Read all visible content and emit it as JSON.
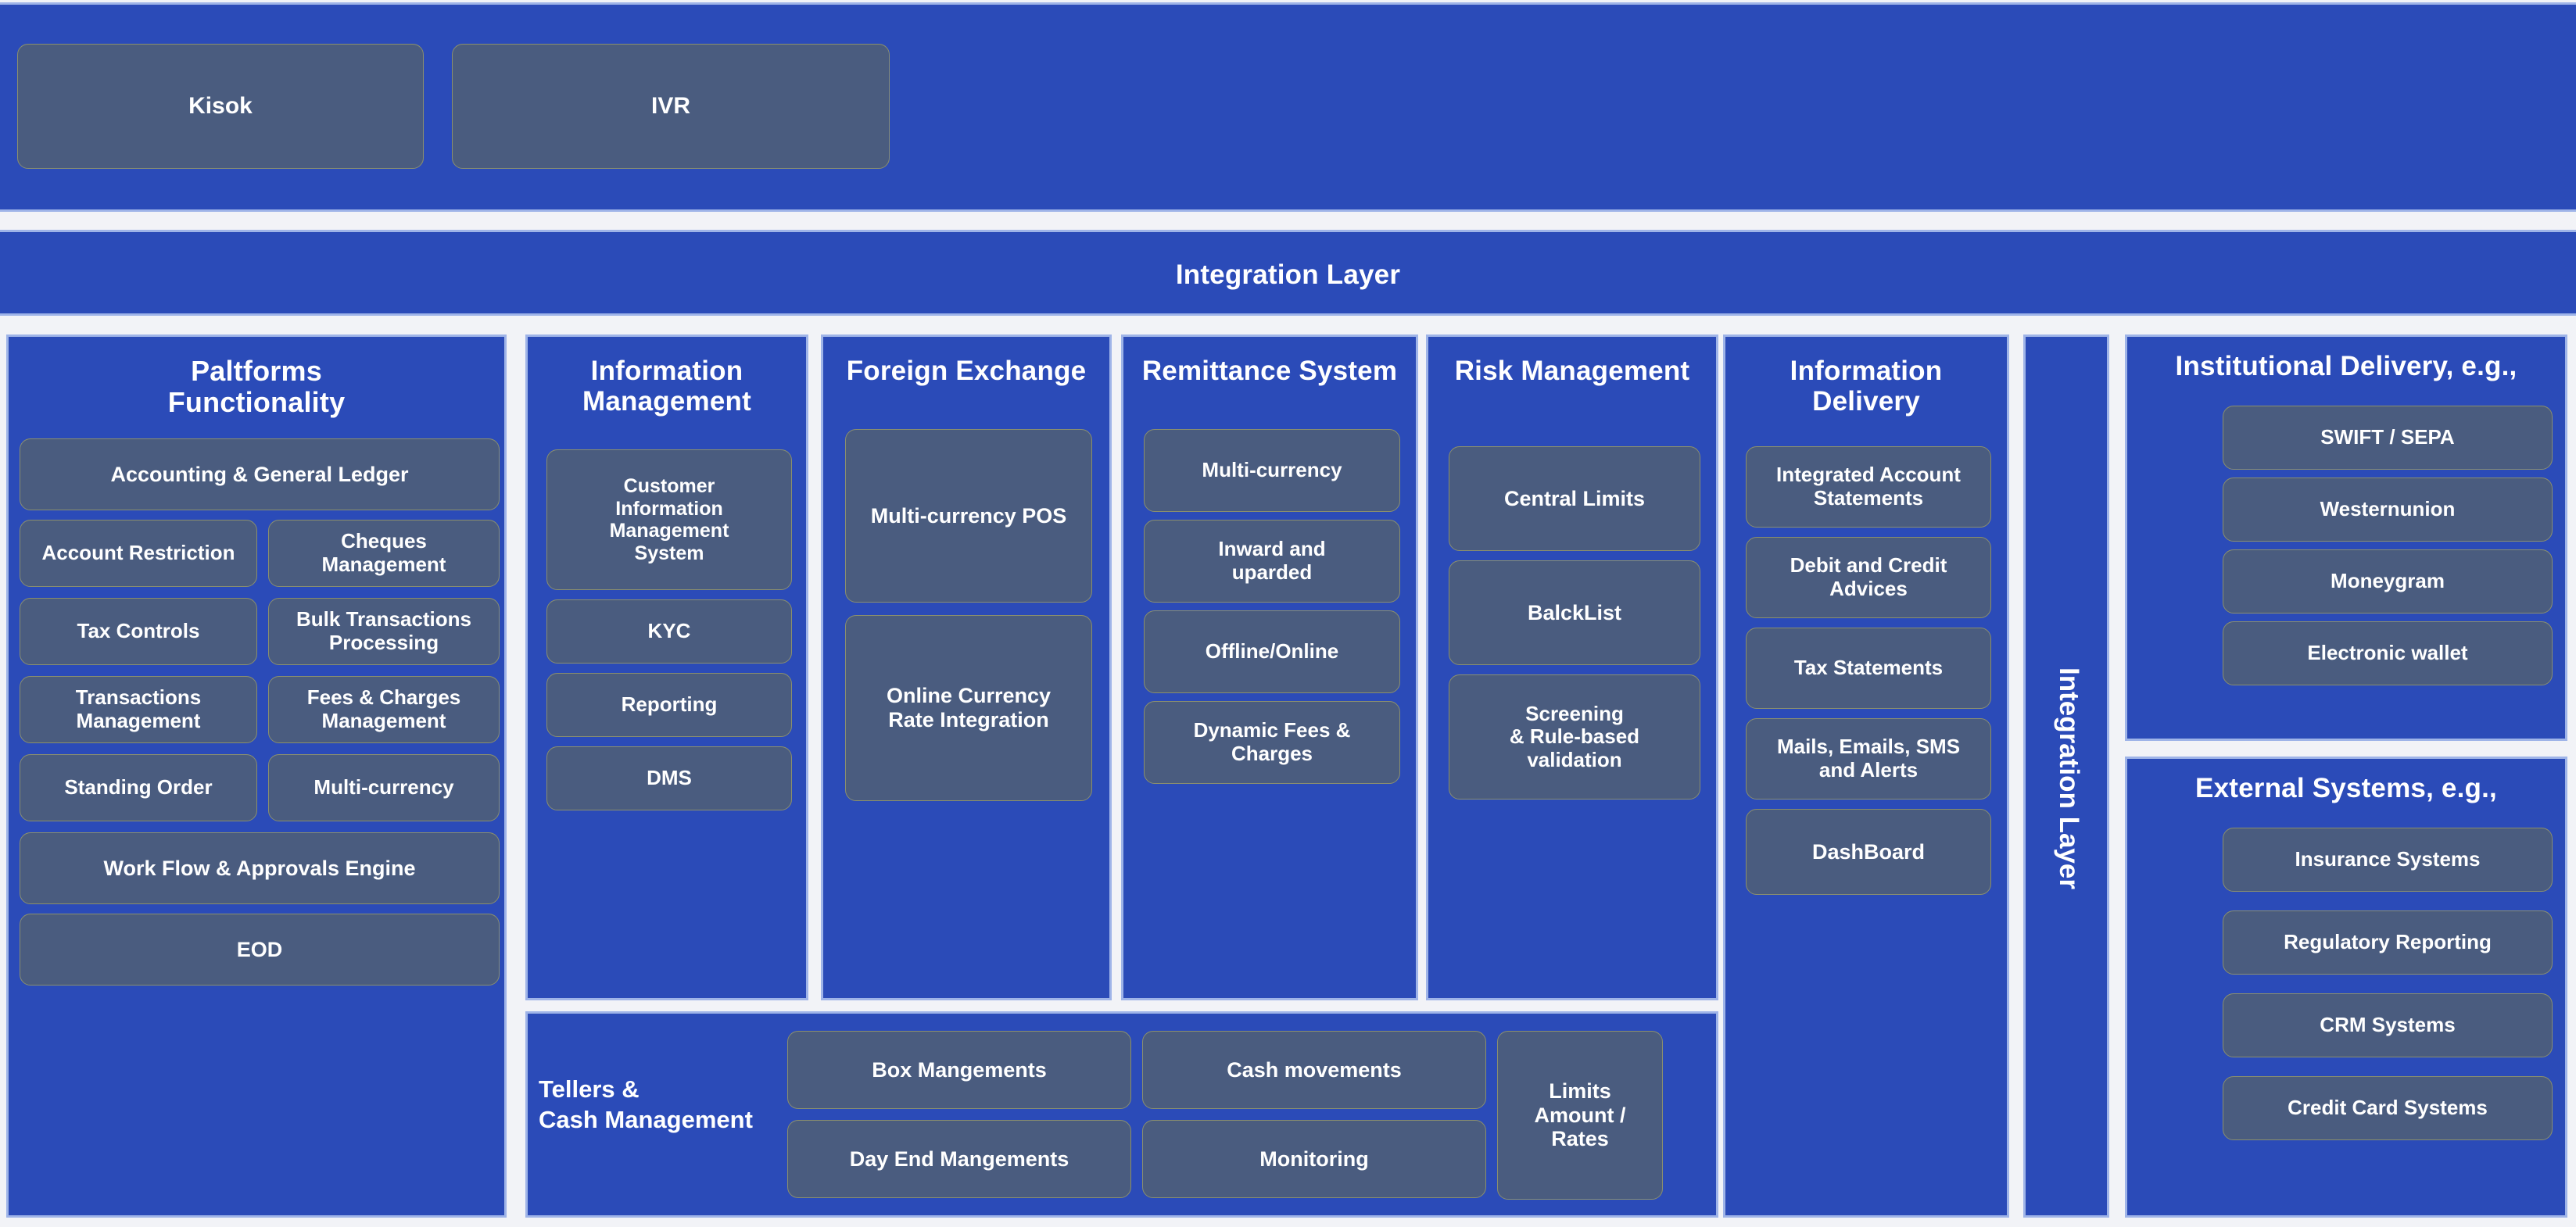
{
  "colors": {
    "panel_blue": "#2B4BB8",
    "panel_border": "#9FB4E8",
    "card_slate": "#4A5C7F",
    "card_border": "#8A8F6E",
    "text": "#FFFFFF",
    "page_bg": "#F2F3F7"
  },
  "channels_band": {
    "cards": [
      {
        "label": "Kisok"
      },
      {
        "label": "IVR"
      }
    ]
  },
  "integration_layer": {
    "label": "Integration  Layer"
  },
  "integration_layer_vertical": {
    "label": "Integration  Layer"
  },
  "columns": {
    "platforms": {
      "title": "Paltforms\nFunctionality",
      "title_line1": "Paltforms",
      "title_line2": "Functionality",
      "full_rows": [
        {
          "label": "Accounting & General Ledger"
        },
        {
          "label": "Work Flow & Approvals Engine"
        },
        {
          "label": "EOD"
        }
      ],
      "pairs": [
        {
          "left": "Account Restriction",
          "right": "Cheques\nManagement"
        },
        {
          "left": "Tax Controls",
          "right": "Bulk Transactions\nProcessing"
        },
        {
          "left": "Transactions\nManagement",
          "right": "Fees & Charges\nManagement"
        },
        {
          "left": "Standing Order",
          "right": "Multi-currency"
        }
      ]
    },
    "information_management": {
      "title_line1": "Information",
      "title_line2": "Management",
      "cards": [
        {
          "label": "Customer\nInformation\nManagement\nSystem"
        },
        {
          "label": "KYC"
        },
        {
          "label": "Reporting"
        },
        {
          "label": "DMS"
        }
      ]
    },
    "foreign_exchange": {
      "title_line1": "Foreign Exchange",
      "title_line2": "",
      "cards": [
        {
          "label": "Multi-currency POS"
        },
        {
          "label": "Online Currency\nRate Integration"
        }
      ]
    },
    "remittance_system": {
      "title_line1": "Remittance  System",
      "title_line2": "",
      "cards": [
        {
          "label": "Multi-currency"
        },
        {
          "label": "Inward and\nuparded"
        },
        {
          "label": "Offline/Online"
        },
        {
          "label": "Dynamic  Fees &\nCharges"
        }
      ]
    },
    "risk_management": {
      "title_line1": "Risk Management",
      "title_line2": "",
      "cards": [
        {
          "label": "Central Limits"
        },
        {
          "label": "BalckList"
        },
        {
          "label": "Screening\n& Rule-based\nvalidation"
        }
      ]
    },
    "information_delivery": {
      "title_line1": "Information",
      "title_line2": "Delivery",
      "cards": [
        {
          "label": "Integrated Account\nStatements"
        },
        {
          "label": "Debit and Credit\nAdvices"
        },
        {
          "label": "Tax Statements"
        },
        {
          "label": "Mails, Emails, SMS\nand Alerts"
        },
        {
          "label": "DashBoard"
        }
      ]
    },
    "institutional_delivery": {
      "title_line1": "Institutional Delivery, e.g.,",
      "cards": [
        {
          "label": "SWIFT / SEPA"
        },
        {
          "label": "Westernunion"
        },
        {
          "label": "Moneygram"
        },
        {
          "label": "Electronic wallet"
        }
      ]
    },
    "external_systems": {
      "title_line1": "External Systems, e.g.,",
      "cards": [
        {
          "label": "Insurance Systems"
        },
        {
          "label": "Regulatory Reporting"
        },
        {
          "label": "CRM Systems"
        },
        {
          "label": "Credit Card Systems"
        }
      ]
    },
    "tellers_cash_management": {
      "label_line1": "Tellers &",
      "label_line2": "Cash Management",
      "cards": [
        {
          "label": "Box Mangements"
        },
        {
          "label": "Cash movements"
        },
        {
          "label": "Limits\nAmount /\nRates"
        },
        {
          "label": "Day End Mangements"
        },
        {
          "label": "Monitoring"
        }
      ]
    }
  }
}
